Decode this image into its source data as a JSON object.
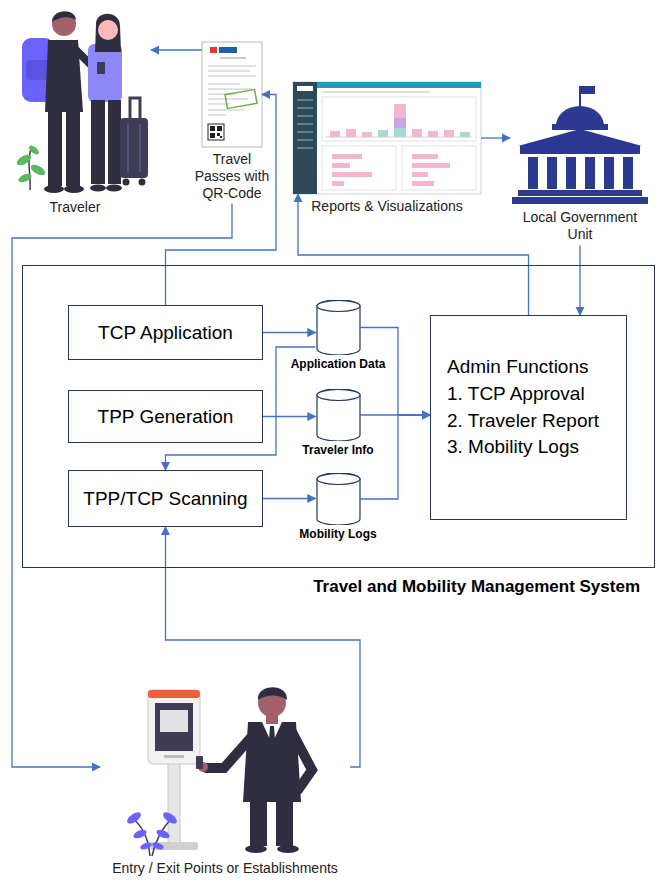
{
  "diagram": {
    "nodes": [
      {
        "text": [
          "Traveler"
        ]
      },
      {
        "text": [
          "Travel Passes with QR-Code"
        ]
      },
      {
        "text": [
          "Reports & Visualizations"
        ]
      },
      {
        "text": [
          "Local Government Unit"
        ]
      },
      {
        "text": [
          "Travel and Mobility Management System"
        ]
      },
      {
        "text": [
          "TCP Application"
        ],
        "in": 4
      },
      {
        "text": [
          "Application Data"
        ],
        "in": 4
      },
      {
        "text": [
          "Admin Functions",
          "1. TCP Approval",
          "2. Traveler Report",
          "3. Mobility Logs"
        ],
        "in": 4
      },
      {
        "text": [
          "TPP Generation"
        ],
        "in": 4
      },
      {
        "text": [
          "Traveler Info"
        ],
        "in": 4
      },
      {
        "text": [
          "TPP/TCP Scanning"
        ],
        "in": 4
      },
      {
        "text": [
          "Mobility Logs"
        ],
        "in": 4
      },
      {
        "text": [
          "Entry / Exit Points or Establishments"
        ]
      }
    ],
    "edges": [
      {
        "from": 5,
        "to": 1,
        "arrow": "to"
      },
      {
        "from": 1,
        "to": 0,
        "arrow": "to"
      },
      {
        "from": 1,
        "to": 12,
        "arrow": "to"
      },
      {
        "from": 12,
        "to": 10,
        "arrow": "to"
      },
      {
        "from": 6,
        "to": 10,
        "arrow": "to"
      },
      {
        "from": 5,
        "to": 6,
        "arrow": "to"
      },
      {
        "from": 8,
        "to": 9,
        "arrow": "to"
      },
      {
        "from": 10,
        "to": 11,
        "arrow": "to"
      },
      {
        "from": 6,
        "to": 7,
        "arrow": "to"
      },
      {
        "from": 9,
        "to": 7,
        "arrow": "to"
      },
      {
        "from": 11,
        "to": 7,
        "arrow": "to"
      },
      {
        "from": 7,
        "to": 2,
        "arrow": "to"
      },
      {
        "from": 2,
        "to": 3,
        "arrow": "to"
      },
      {
        "from": 3,
        "to": 7,
        "arrow": "to"
      }
    ]
  }
}
